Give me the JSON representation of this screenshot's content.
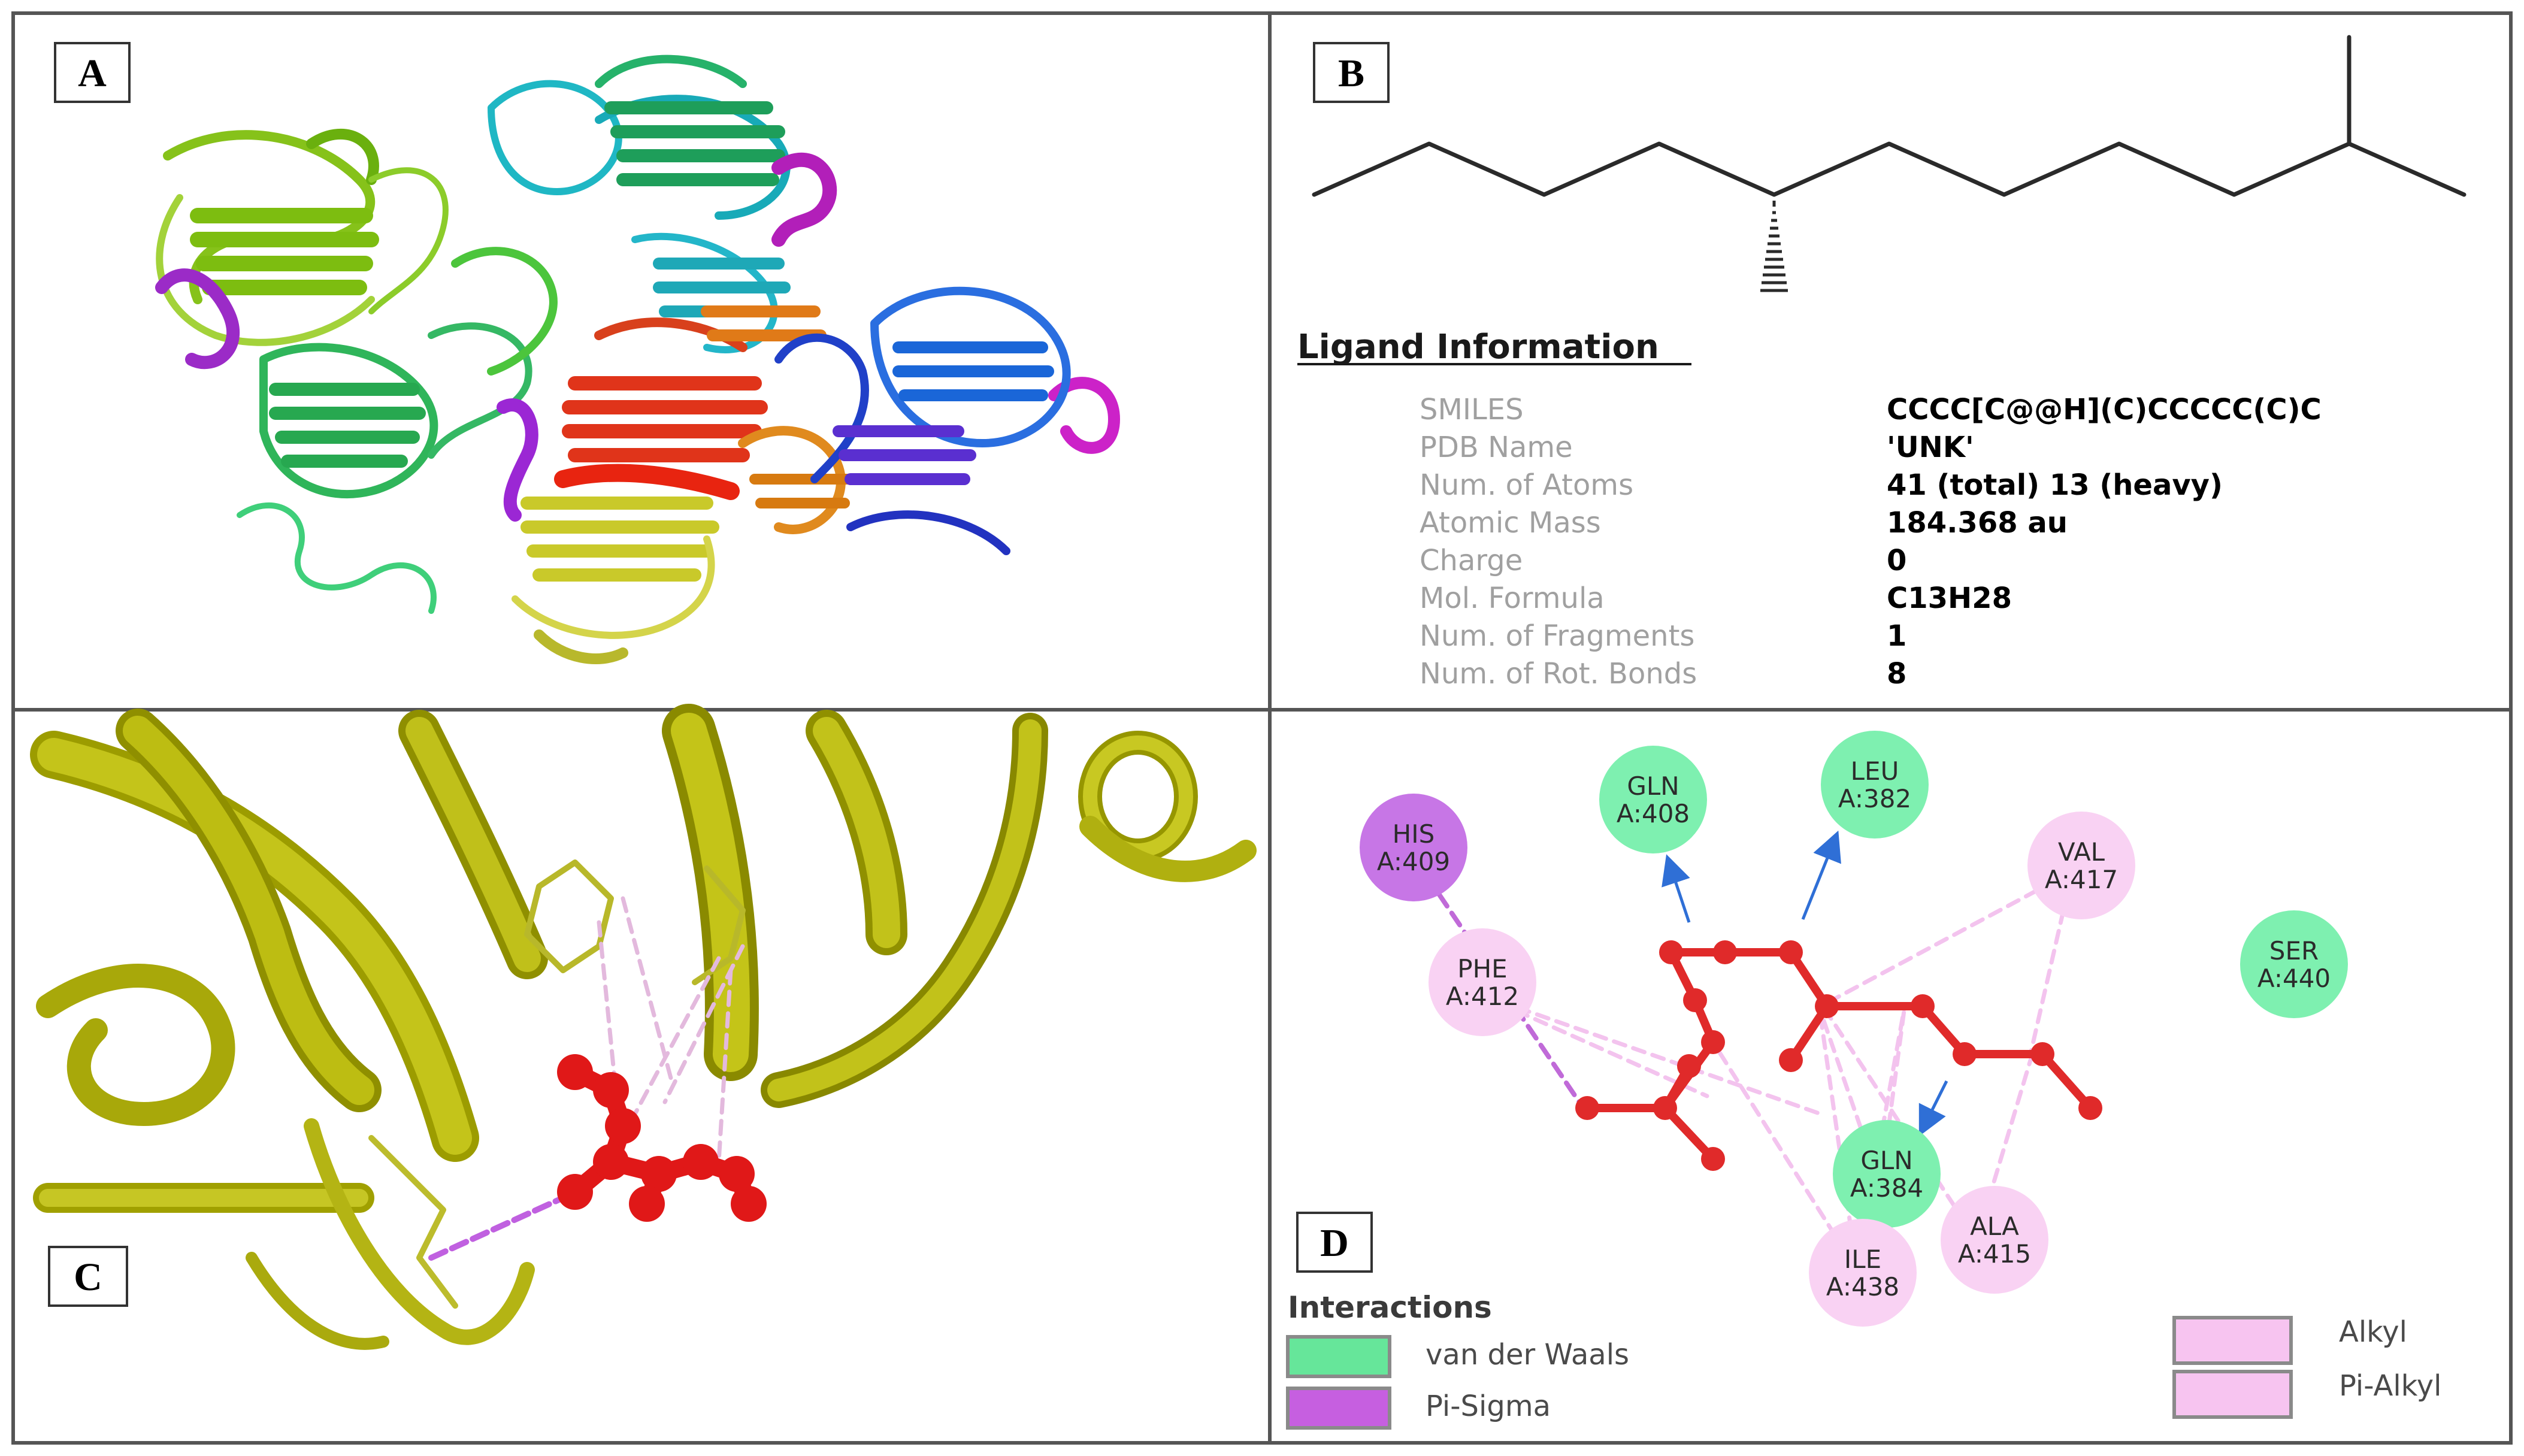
{
  "panels": {
    "a": {
      "label": "A"
    },
    "b": {
      "label": "B"
    },
    "c": {
      "label": "C"
    },
    "d": {
      "label": "D"
    }
  },
  "ligand_info": {
    "heading": "Ligand Information",
    "rows": [
      {
        "key": "SMILES",
        "value": "CCCC[C@@H](C)CCCCC(C)C"
      },
      {
        "key": "PDB Name",
        "value": "'UNK'"
      },
      {
        "key": "Num. of Atoms",
        "value": "41 (total) 13 (heavy)"
      },
      {
        "key": "Atomic Mass",
        "value": "184.368 au"
      },
      {
        "key": "Charge",
        "value": "0"
      },
      {
        "key": "Mol. Formula",
        "value": "C13H28"
      },
      {
        "key": "Num. of Fragments",
        "value": "1"
      },
      {
        "key": "Num. of Rot. Bonds",
        "value": "8"
      }
    ]
  },
  "residues": [
    {
      "id": "his409",
      "name": "HIS",
      "pos": "A:409",
      "type": "pi-sigma"
    },
    {
      "id": "gln408",
      "name": "GLN",
      "pos": "A:408",
      "type": "van-der-waals"
    },
    {
      "id": "leu382",
      "name": "LEU",
      "pos": "A:382",
      "type": "van-der-waals"
    },
    {
      "id": "val417",
      "name": "VAL",
      "pos": "A:417",
      "type": "alkyl"
    },
    {
      "id": "ser440",
      "name": "SER",
      "pos": "A:440",
      "type": "van-der-waals"
    },
    {
      "id": "phe412",
      "name": "PHE",
      "pos": "A:412",
      "type": "alkyl"
    },
    {
      "id": "gln384",
      "name": "GLN",
      "pos": "A:384",
      "type": "van-der-waals"
    },
    {
      "id": "ala415",
      "name": "ALA",
      "pos": "A:415",
      "type": "alkyl"
    },
    {
      "id": "ile438",
      "name": "ILE",
      "pos": "A:438",
      "type": "alkyl"
    }
  ],
  "legend": {
    "title": "Interactions",
    "items": [
      {
        "label": "van der Waals",
        "color": "#66e69a"
      },
      {
        "label": "Pi-Sigma",
        "color": "#c65fe0"
      },
      {
        "label": "Alkyl",
        "color": "#f7c4f0"
      },
      {
        "label": "Pi-Alkyl",
        "color": "#f7c4f0"
      }
    ]
  },
  "colors": {
    "van_der_waals": "#7ef0b0",
    "pi_sigma": "#c776e6",
    "alkyl": "#f9d2f3",
    "ligand": "#e53030",
    "ribbon_yellow": "#b8b800"
  }
}
